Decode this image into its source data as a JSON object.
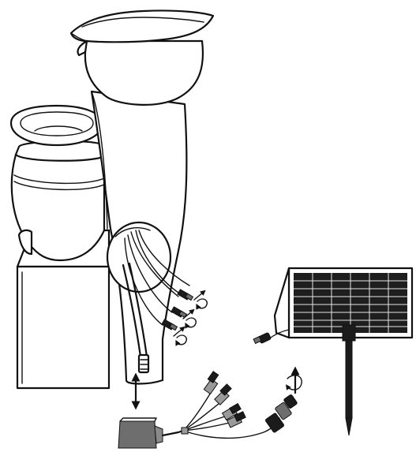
{
  "figure": {
    "type": "assembly-diagram",
    "components": [
      "upper-pot",
      "lower-pot",
      "fountain-column",
      "fountain-base",
      "cable-opening",
      "water-tube",
      "pump",
      "cable-connectors",
      "solar-panel",
      "ground-stake",
      "connection-arrows"
    ],
    "colors": {
      "line": "#111111",
      "fill": "#ffffff",
      "pump": "#6e6e6e",
      "connector_dark": "#1b1b1b",
      "connector_grey": "#8c8c8c",
      "panel_cells": "#1e1e1e",
      "panel_grid": "#e6e6e6"
    }
  }
}
